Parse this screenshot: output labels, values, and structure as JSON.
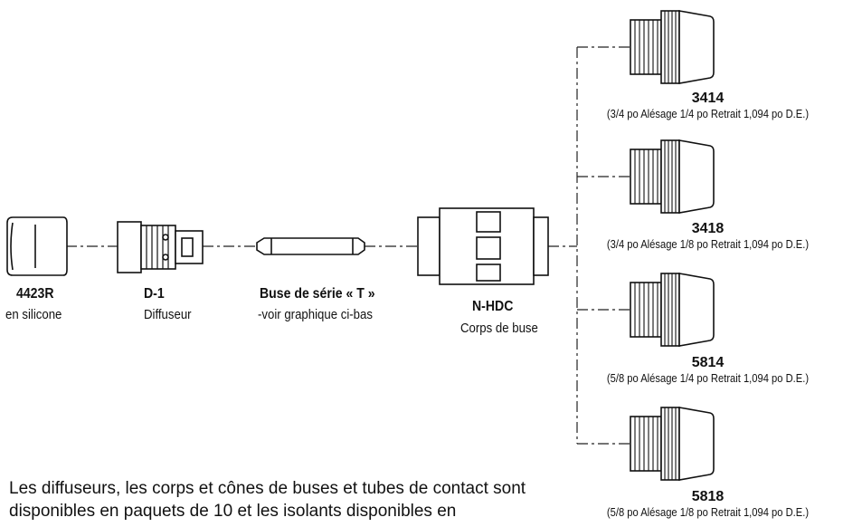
{
  "parts": {
    "insulator": {
      "code": "4423R",
      "desc": "en silicone"
    },
    "diffuser": {
      "code": "D-1",
      "desc": "Diffuseur"
    },
    "tip": {
      "code": "Buse de série « T »",
      "desc": "-voir graphique ci-bas"
    },
    "body": {
      "code": "N-HDC",
      "desc": "Corps de buse"
    }
  },
  "nozzles": [
    {
      "code": "3414",
      "spec": "(3/4 po Alésage 1/4 po Retrait 1,094 po D.E.)"
    },
    {
      "code": "3418",
      "spec": "(3/4 po Alésage 1/8 po Retrait 1,094 po D.E.)"
    },
    {
      "code": "5814",
      "spec": "(5/8 po Alésage 1/4 po Retrait 1,094 po D.E.)"
    },
    {
      "code": "5818",
      "spec": "(5/8 po Alésage 1/8 po Retrait 1,094 po D.E.)"
    }
  ],
  "footnote": "Les diffuseurs, les corps et cônes de buses et tubes de contact sont disponibles en paquets de 10 et les isolants disponibles en"
}
